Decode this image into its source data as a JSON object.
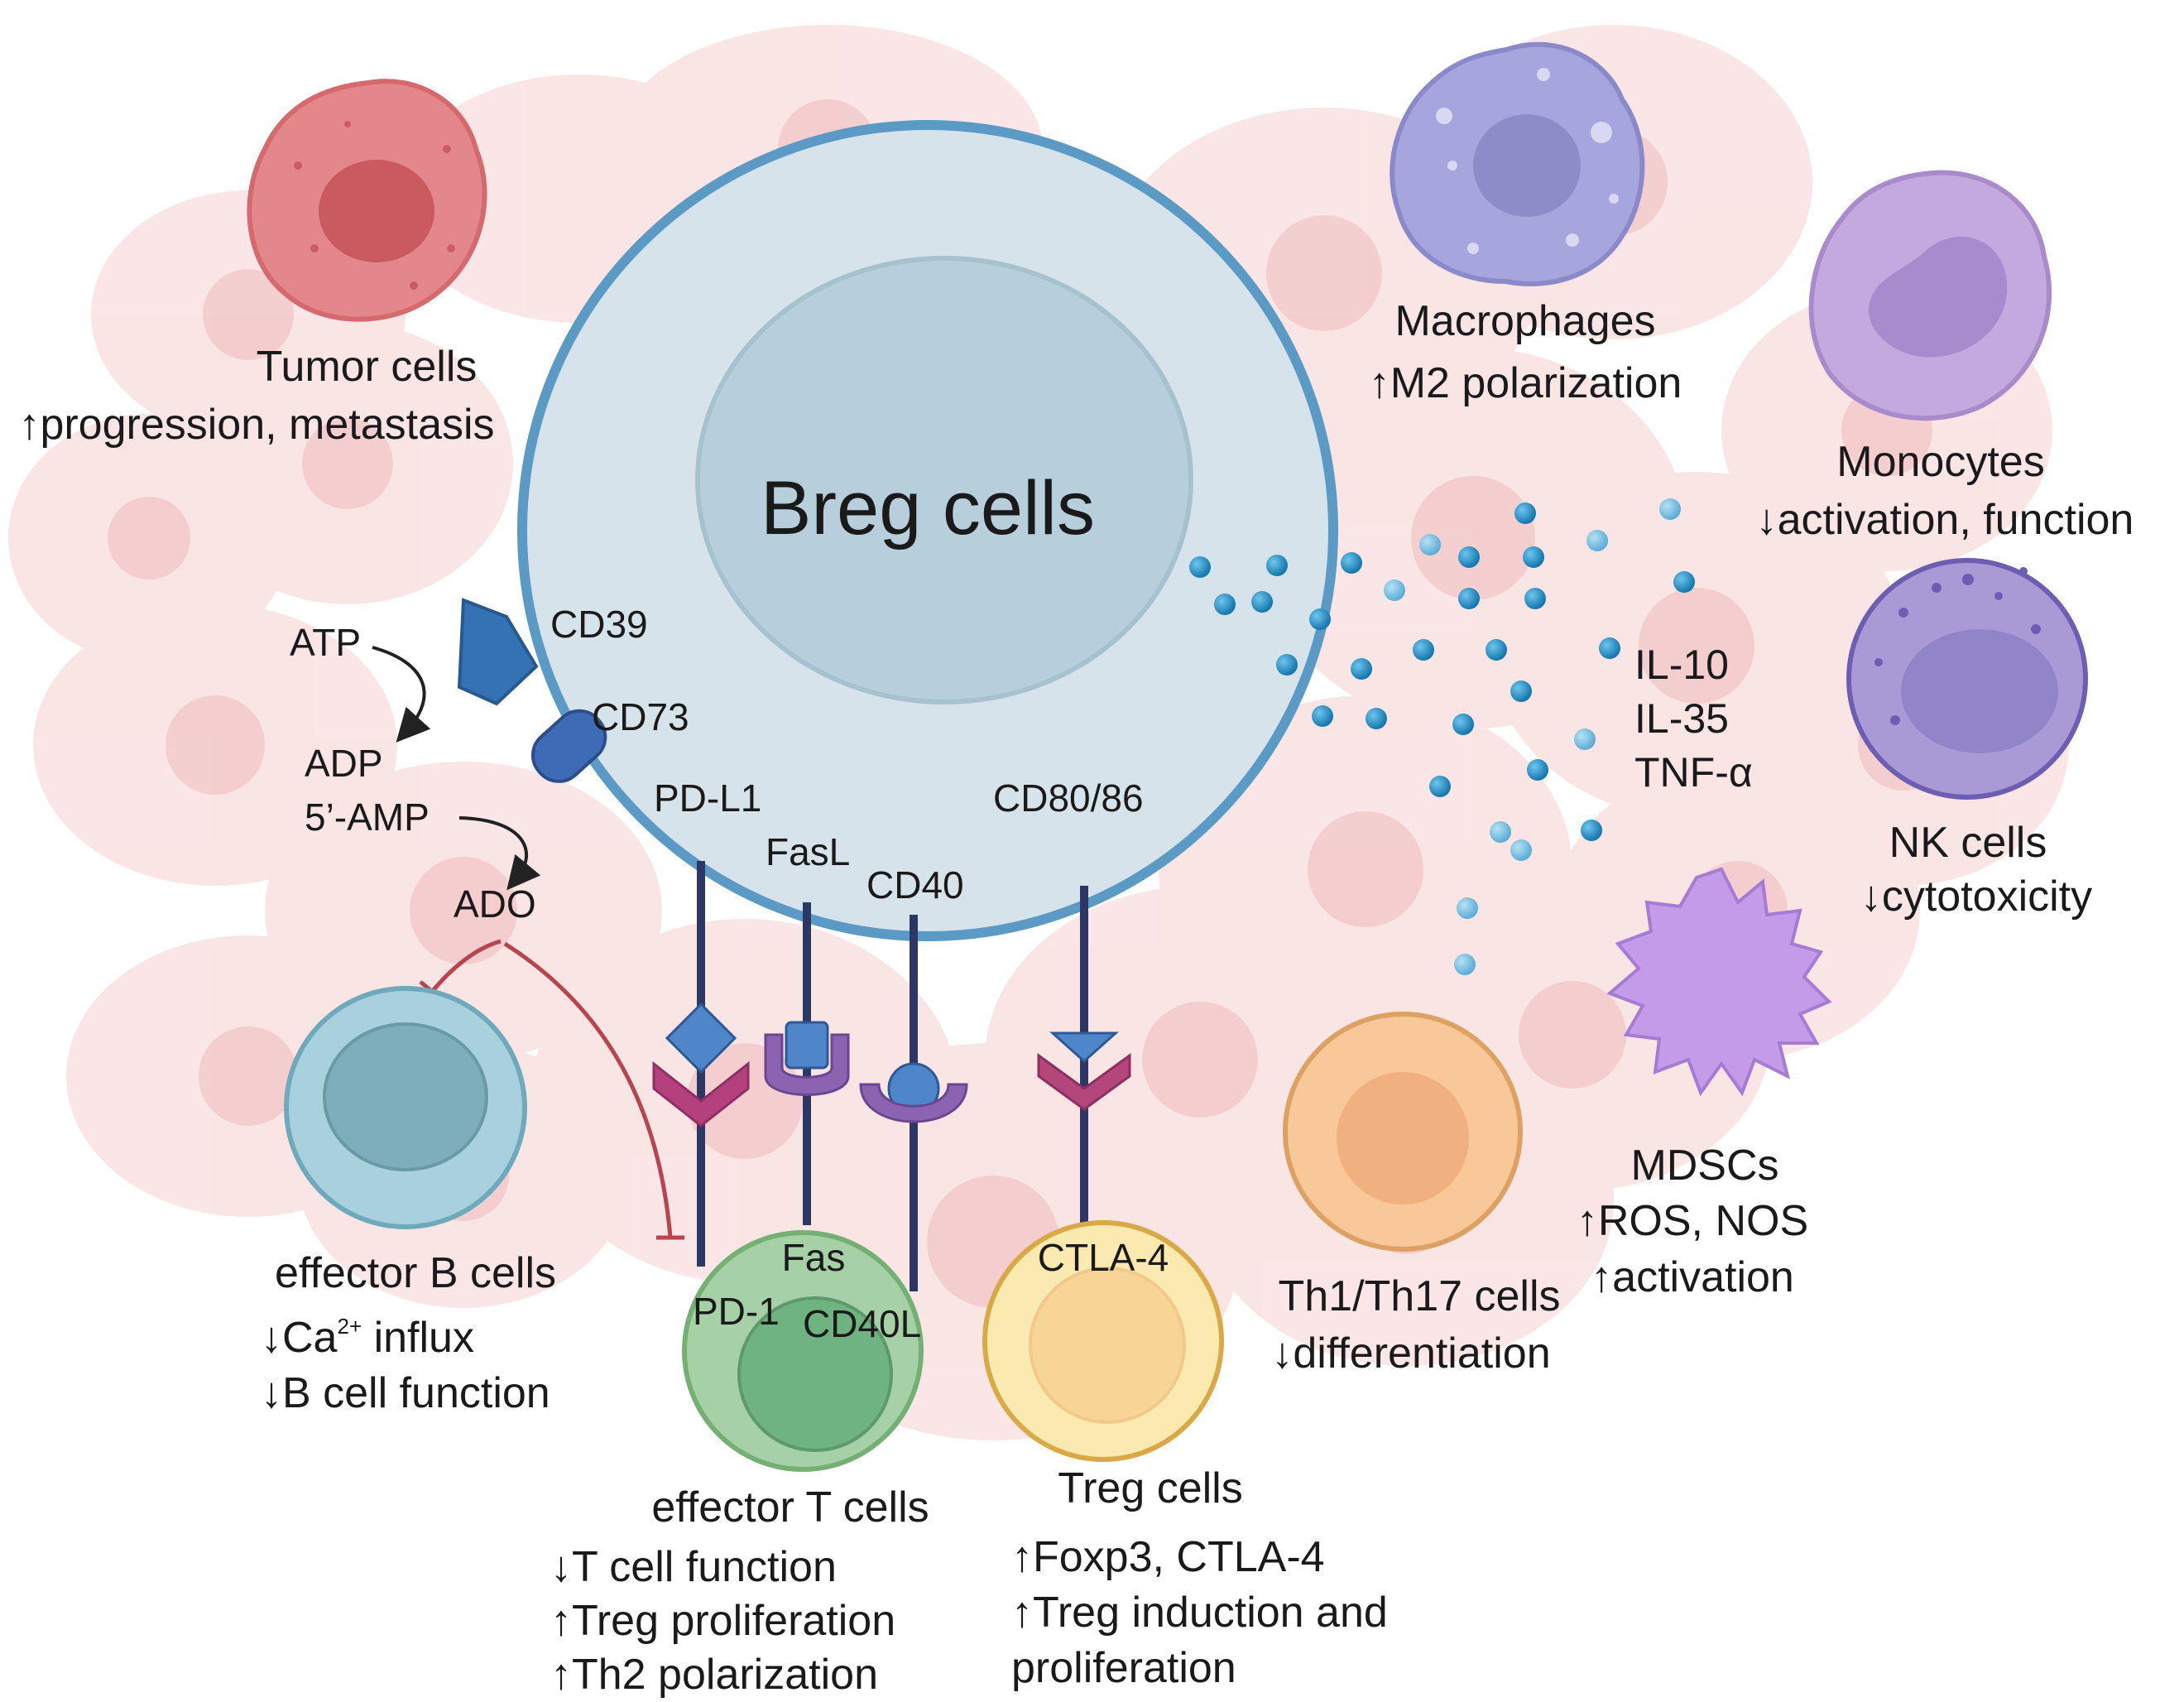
{
  "center": {
    "title": "Breg cells"
  },
  "markers": {
    "cd39": "CD39",
    "cd73": "CD73",
    "pdl1": "PD-L1",
    "fasl": "FasL",
    "cd40": "CD40",
    "cd8086": "CD80/86"
  },
  "adenosine": {
    "atp": "ATP",
    "adp": "ADP",
    "amp": "5’-AMP",
    "ado": "ADO"
  },
  "cytokines": [
    "IL-10",
    "IL-35",
    "TNF-α"
  ],
  "tumor": {
    "name": "Tumor cells",
    "effect": "↑progression, metastasis"
  },
  "macrophages": {
    "name": "Macrophages",
    "effect": "↑M2 polarization"
  },
  "monocytes": {
    "name": "Monocytes",
    "effect": "↓activation, function"
  },
  "nk": {
    "name": "NK cells",
    "effect": "↓cytotoxicity"
  },
  "mdsc": {
    "name": "MDSCs",
    "effects": [
      "↑ROS, NOS",
      "↑activation"
    ]
  },
  "th": {
    "name": "Th1/Th17 cells",
    "effect": "↓differentiation"
  },
  "treg": {
    "receptor": "CTLA-4",
    "name": "Treg cells",
    "effects": [
      "↑Foxp3, CTLA-4",
      "↑Treg induction and",
      "proliferation"
    ]
  },
  "teff": {
    "receptors": {
      "fas": "Fas",
      "pd1": "PD-1",
      "cd40l": "CD40L"
    },
    "name": "effector T cells",
    "effects": [
      "↓T cell function",
      "↑Treg proliferation",
      "↑Th2 polarization"
    ]
  },
  "beff": {
    "name": "effector B cells",
    "effect_ca_prefix": "↓Ca",
    "effect_ca_sup": "2+",
    "effect_ca_suffix": " influx",
    "effect_function": "↓B cell function"
  },
  "colors": {
    "background_cells": "#f4c7c7",
    "breg_fill": "#d6e3ea",
    "breg_border": "#5a9ac4",
    "nucleus": "#b6cfdb",
    "tumor": "#e4878a",
    "macrophage": "#a6a6de",
    "monocyte": "#c4a9de",
    "nk": "#a99ad6",
    "mdsc": "#c49be8",
    "th": "#f8c898",
    "treg": "#faeab0",
    "teff": "#a6d1a6",
    "beff": "#a8d1dd",
    "receptor_pink": "#b4417e",
    "receptor_purple": "#8c63b0",
    "ligand_blue": "#4f86c9",
    "stalk": "#2c3765",
    "cytokine": "#1f8fc4",
    "inhibition": "#b8444d"
  }
}
